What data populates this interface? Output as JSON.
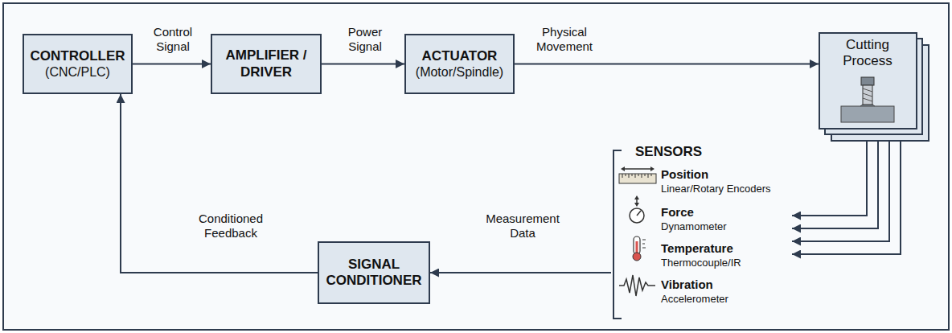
{
  "diagram": {
    "nodes": [
      {
        "text": [
          "CONTROLLER",
          "(CNC/PLC)"
        ]
      },
      {
        "text": [
          "AMPLIFIER / DRIVER"
        ]
      },
      {
        "text": [
          "ACTUATOR",
          "(Motor/Spindle)"
        ]
      },
      {
        "text": [
          "Cutting Process"
        ]
      },
      {
        "text": [
          "SIGNAL CONDITIONER"
        ]
      },
      {
        "text": [
          "SENSORS",
          "Position",
          "Linear/Rotary Encoders",
          "Force",
          "Dynamometer",
          "Temperature",
          "Thermocouple/IR",
          "Vibration",
          "Accelerometer"
        ]
      }
    ],
    "edges": [
      {
        "from": 0,
        "to": 1,
        "label": "Control Signal",
        "arrow": "to"
      },
      {
        "from": 1,
        "to": 2,
        "label": "Power Signal",
        "arrow": "to"
      },
      {
        "from": 2,
        "to": 3,
        "label": "Physical Movement",
        "arrow": "to"
      },
      {
        "from": 3,
        "to": 5,
        "arrow": "to"
      },
      {
        "from": 3,
        "to": 5,
        "arrow": "to"
      },
      {
        "from": 3,
        "to": 5,
        "arrow": "to"
      },
      {
        "from": 3,
        "to": 5,
        "arrow": "to"
      },
      {
        "from": 5,
        "to": 4,
        "label": "Measurement Data",
        "arrow": "to"
      },
      {
        "from": 4,
        "to": 0,
        "label": "Conditioned Feedback",
        "arrow": "to"
      }
    ]
  }
}
